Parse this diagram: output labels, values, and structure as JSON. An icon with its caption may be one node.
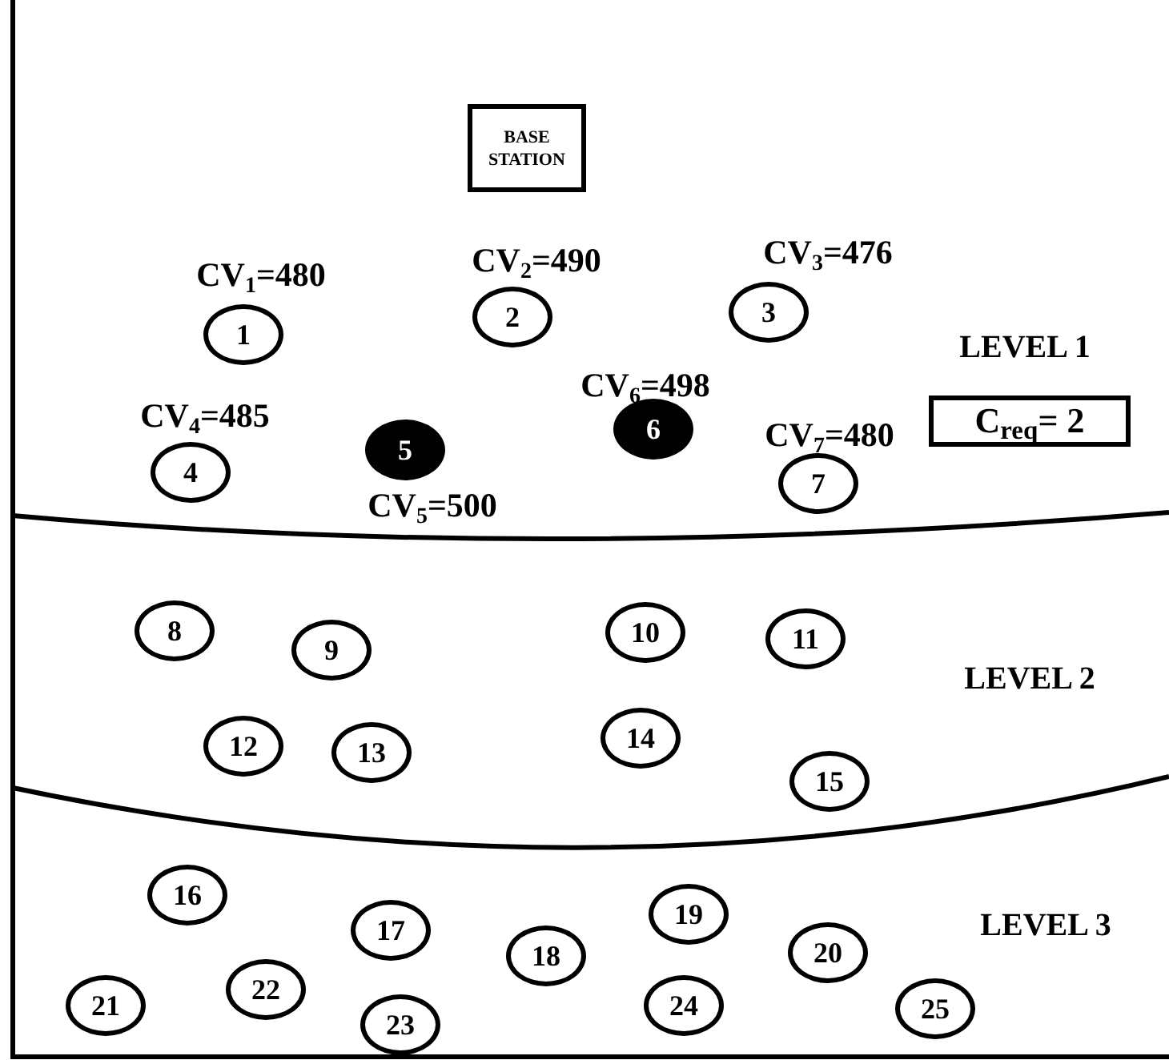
{
  "diagram": {
    "nodes": [
      {
        "text": [
          "BASE STATION"
        ]
      },
      {
        "text": [
          "1"
        ],
        "beside": [
          "CV$_{1}$=480"
        ]
      },
      {
        "text": [
          "2"
        ],
        "beside": [
          "CV$_{2}$=490"
        ]
      },
      {
        "text": [
          "3"
        ],
        "beside": [
          "CV$_{3}$=476"
        ]
      },
      {
        "text": [
          "4"
        ],
        "beside": [
          "CV$_{4}$=485"
        ]
      },
      {
        "text": [
          "5"
        ],
        "beside": [
          "CV$_{5}$=500"
        ]
      },
      {
        "text": [
          "6"
        ],
        "beside": [
          "CV$_{6}$=498"
        ]
      },
      {
        "text": [
          "7"
        ],
        "beside": [
          "CV$_{7}$=480"
        ]
      },
      {
        "text": [
          "8"
        ]
      },
      {
        "text": [
          "9"
        ]
      },
      {
        "text": [
          "10"
        ]
      },
      {
        "text": [
          "11"
        ]
      },
      {
        "text": [
          "12"
        ]
      },
      {
        "text": [
          "13"
        ]
      },
      {
        "text": [
          "14"
        ]
      },
      {
        "text": [
          "15"
        ]
      },
      {
        "text": [
          "16"
        ]
      },
      {
        "text": [
          "17"
        ]
      },
      {
        "text": [
          "18"
        ]
      },
      {
        "text": [
          "19"
        ]
      },
      {
        "text": [
          "20"
        ]
      },
      {
        "text": [
          "21"
        ]
      },
      {
        "text": [
          "22"
        ]
      },
      {
        "text": [
          "23"
        ]
      },
      {
        "text": [
          "24"
        ]
      },
      {
        "text": [
          "25"
        ]
      },
      {
        "text": [
          "C$_{req}$= 2"
        ]
      }
    ],
    "edges": [],
    "labels": [
      "LEVEL 1",
      "LEVEL 2",
      "LEVEL 3"
    ]
  }
}
